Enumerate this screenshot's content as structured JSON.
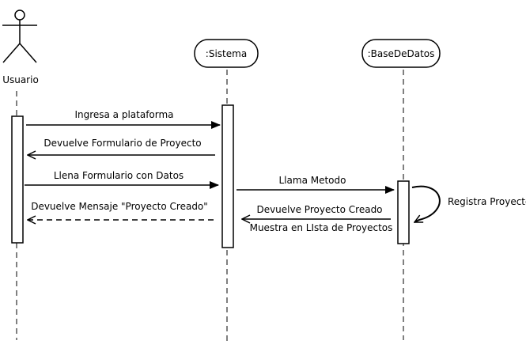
{
  "actors": {
    "usuario": "Usuario"
  },
  "participants": {
    "sistema": ":Sistema",
    "base_de_datos": ":BaseDeDatos"
  },
  "messages": {
    "ingresa": "Ingresa a plataforma",
    "devuelve_formulario": "Devuelve Formulario de Proyecto",
    "llena_formulario": "Llena Formulario con Datos",
    "devuelve_mensaje": "Devuelve Mensaje \"Proyecto Creado\"",
    "llama_metodo": "Llama Metodo",
    "registra_proyecto": "Registra Proyecto",
    "devuelve_proyecto": "Devuelve Proyecto Creado",
    "muestra_lista": "Muestra en LIsta de Proyectos"
  },
  "colors": {
    "line": "#000000",
    "background": "#ffffff"
  }
}
